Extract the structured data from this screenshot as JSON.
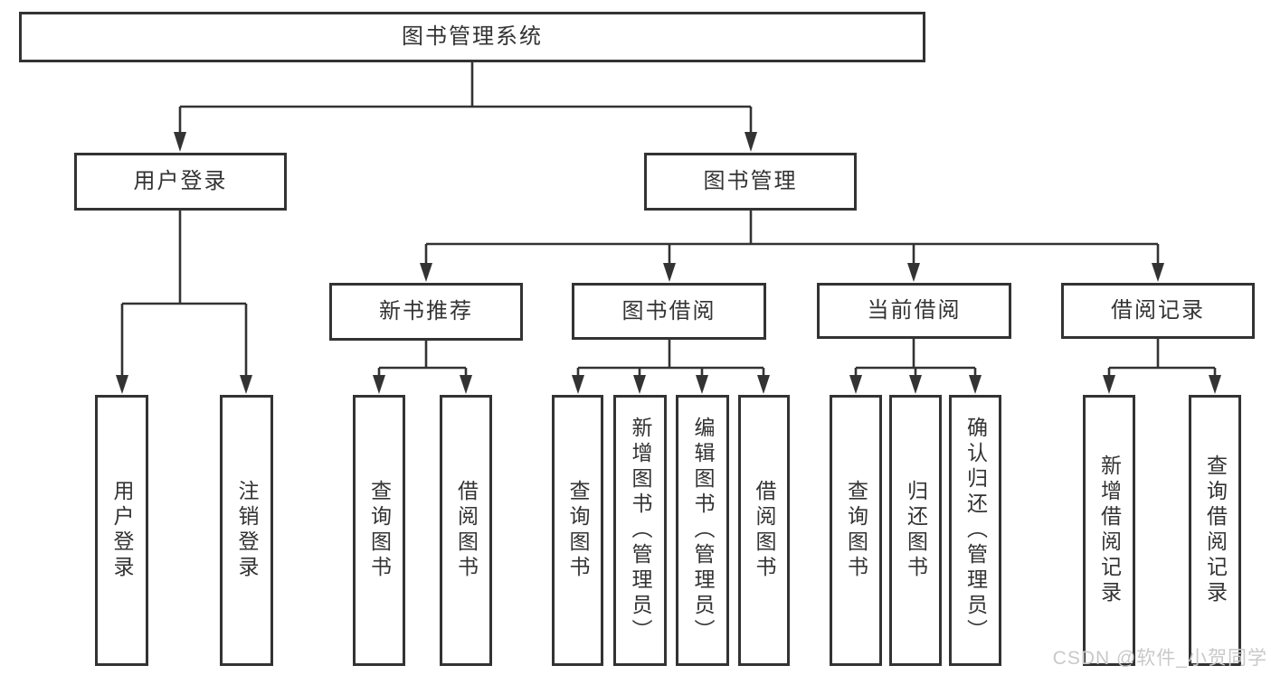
{
  "diagram": {
    "root": {
      "label": "图书管理系统"
    },
    "level2": [
      {
        "label": "用户登录",
        "children": [
          {
            "label": "用户登录"
          },
          {
            "label": "注销登录"
          }
        ]
      },
      {
        "label": "图书管理",
        "children": [
          {
            "label": "新书推荐",
            "children": [
              {
                "label": "查询图书"
              },
              {
                "label": "借阅图书"
              }
            ]
          },
          {
            "label": "图书借阅",
            "children": [
              {
                "label": "查询图书"
              },
              {
                "label": "新增图书（管理员）"
              },
              {
                "label": "编辑图书（管理员）"
              },
              {
                "label": "借阅图书"
              }
            ]
          },
          {
            "label": "当前借阅",
            "children": [
              {
                "label": "查询图书"
              },
              {
                "label": "归还图书"
              },
              {
                "label": "确认归还（管理员）"
              }
            ]
          },
          {
            "label": "借阅记录",
            "children": [
              {
                "label": "新增借阅记录"
              },
              {
                "label": "查询借阅记录"
              }
            ]
          }
        ]
      }
    ]
  },
  "watermark": {
    "text": "CSDN @软件_小贺同学"
  },
  "colors": {
    "line": "#333333",
    "border": "#333333",
    "text": "#333333",
    "watermark": "#c9c9c9",
    "background": "#ffffff"
  }
}
